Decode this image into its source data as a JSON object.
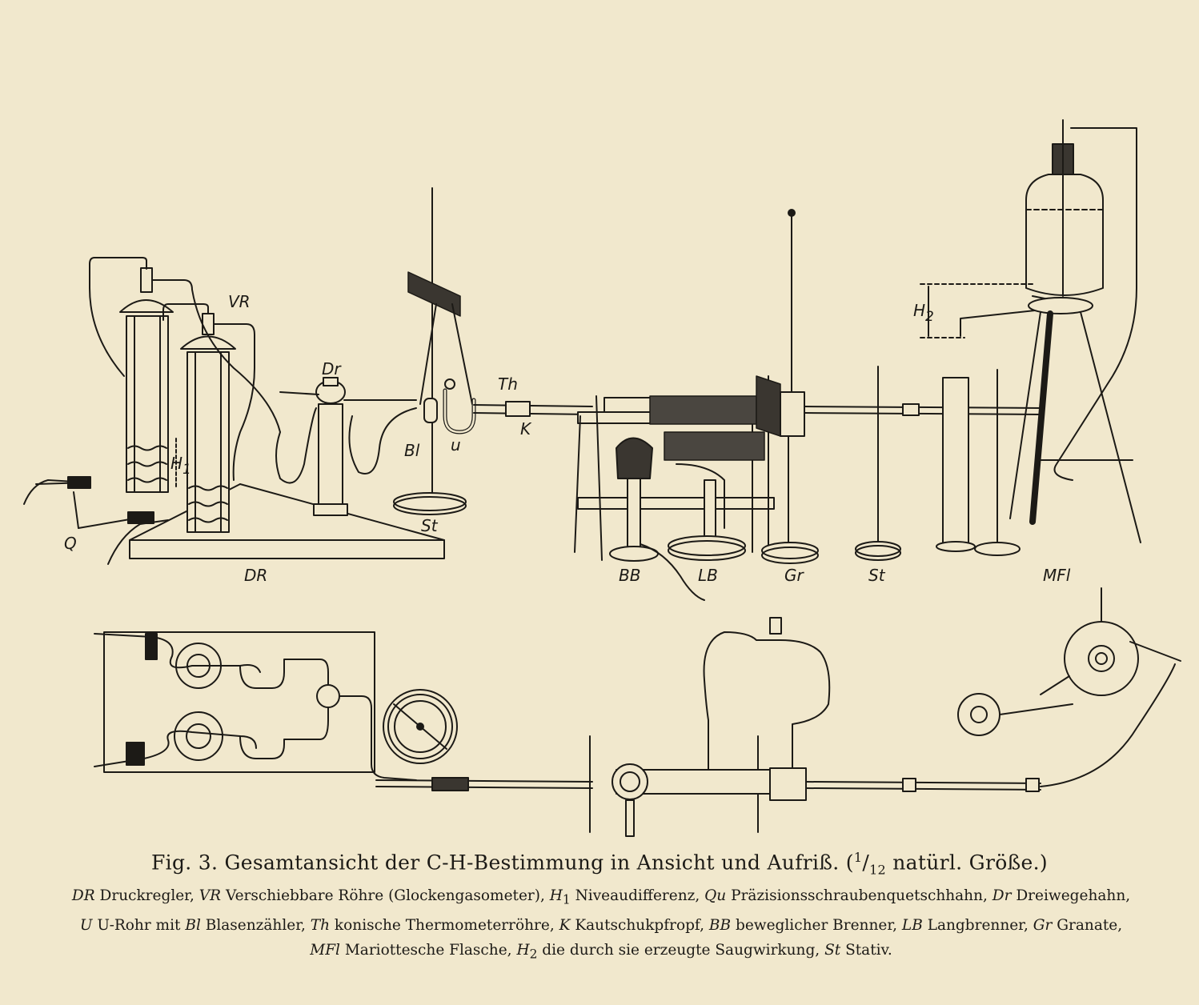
{
  "labels": {
    "DR": "DR",
    "VR": "VR",
    "Dr": "Dr",
    "H1": "H",
    "H1_sub": "1",
    "Q": "Q",
    "Bl": "Bl",
    "u": "u",
    "Th": "Th",
    "K": "K",
    "St1": "St",
    "BB": "BB",
    "LB": "LB",
    "Gr": "Gr",
    "St2": "St",
    "MFl": "MFl",
    "H2": "H",
    "H2_sub": "2"
  },
  "caption": {
    "prefix": "Fig. 3.  Gesamtansicht der C-H-Bestimmung in Ansicht und Aufriß. (",
    "frac_num": "1",
    "frac_slash": "/",
    "frac_den": "12",
    "suffix": " natürl. Größe.)"
  },
  "legend": [
    {
      "abbr": "DR",
      "text": " Druckregler,"
    },
    {
      "abbr": "VR",
      "text": " Verschiebbare Röhre (Glockengasometer),"
    },
    {
      "abbr": "H",
      "sub": "1",
      "text": " Niveaudifferenz,"
    },
    {
      "abbr": "Qu",
      "text": " Präzisionsschraubenquetschhahn,"
    },
    {
      "abbr": "Dr",
      "text": " Dreiwegehahn,"
    },
    {
      "abbr": "U",
      "text": " U-Rohr mit"
    },
    {
      "abbr": "Bl",
      "text": " Blasenzähler,"
    },
    {
      "abbr": "Th",
      "text": " konische Thermometerröhre,"
    },
    {
      "abbr": "K",
      "text": " Kautschukpfropf,"
    },
    {
      "abbr": "BB",
      "text": " beweglicher Brenner,"
    },
    {
      "abbr": "LB",
      "text": " Langbrenner,"
    },
    {
      "abbr": "Gr",
      "text": " Granate,"
    },
    {
      "abbr": "MFl",
      "text": " Mariottesche Flasche,"
    },
    {
      "abbr": "H",
      "sub": "2",
      "text": " die durch sie erzeugte Saugwirkung,"
    },
    {
      "abbr": "St",
      "text": " Stativ."
    }
  ]
}
